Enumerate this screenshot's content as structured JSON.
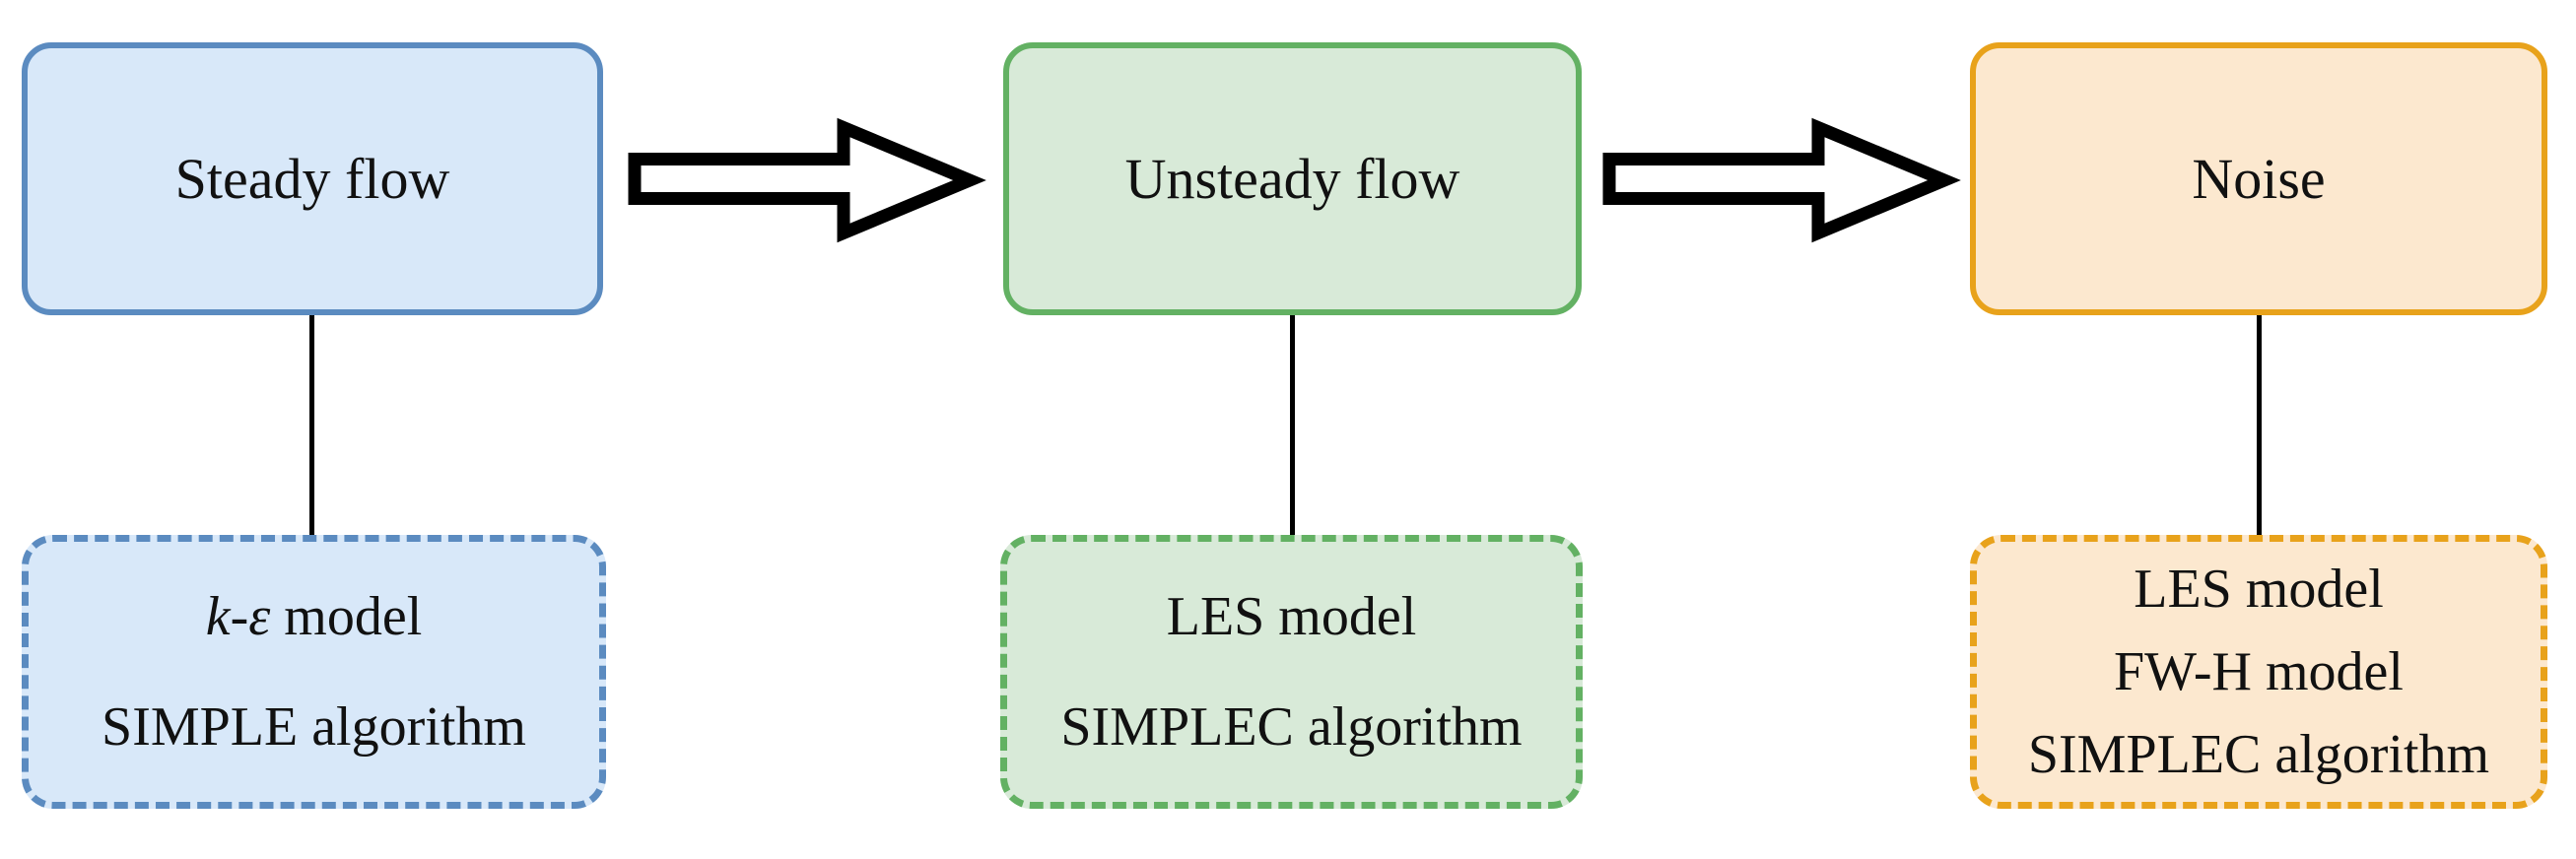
{
  "diagram": {
    "columns": [
      {
        "id": "steady-flow",
        "top_label": "Steady flow",
        "bottom_lines": [
          {
            "italic": "k-ε",
            "regular": " model"
          },
          {
            "italic": "",
            "regular": "SIMPLE algorithm"
          }
        ],
        "fill": "#D8E8F9",
        "border": "#5B8BC0"
      },
      {
        "id": "unsteady-flow",
        "top_label": "Unsteady flow",
        "bottom_lines": [
          {
            "italic": "",
            "regular": "LES model"
          },
          {
            "italic": "",
            "regular": "SIMPLEC algorithm"
          }
        ],
        "fill": "#D8EAD8",
        "border": "#63B163"
      },
      {
        "id": "noise",
        "top_label": "Noise",
        "bottom_lines": [
          {
            "italic": "",
            "regular": "LES model"
          },
          {
            "italic": "",
            "regular": "FW-H model"
          },
          {
            "italic": "",
            "regular": "SIMPLEC algorithm"
          }
        ],
        "fill": "#FCE8CF",
        "border": "#E8A21B"
      }
    ],
    "arrow": {
      "fill": "#FFFFFF",
      "outline": "#000000"
    },
    "connector_color": "#000000"
  }
}
